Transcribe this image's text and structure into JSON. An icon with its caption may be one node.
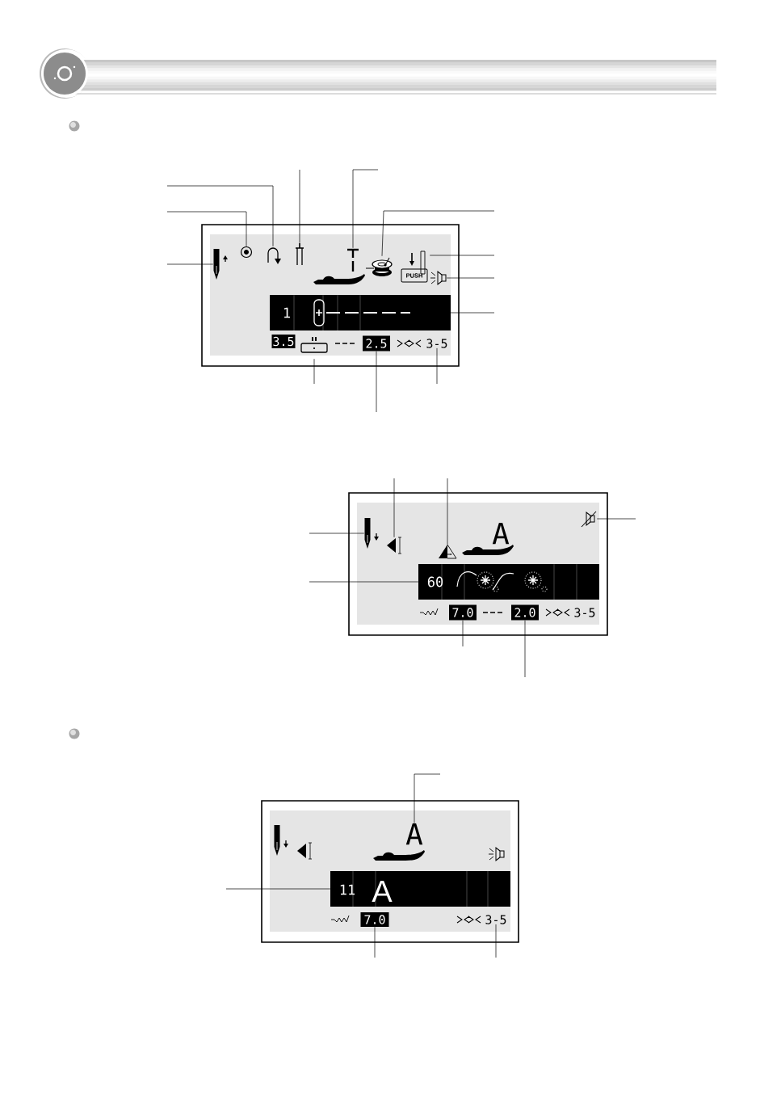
{
  "diagram": {
    "nodes": [
      {
        "text": [],
        "shape": "box"
      },
      {
        "text": [],
        "shape": "picture",
        "in": 0
      },
      {
        "text": [],
        "shape": "picture",
        "in": 0
      },
      {
        "text": [],
        "shape": "picture",
        "in": 0
      },
      {
        "text": [],
        "shape": "picture",
        "in": 0
      },
      {
        "text": [],
        "shape": "picture",
        "in": 0
      },
      {
        "text": [],
        "shape": "picture",
        "in": 0
      },
      {
        "text": [
          "PUSH"
        ],
        "in": 0
      },
      {
        "text": [],
        "shape": "picture",
        "in": 0
      },
      {
        "text": [
          "1"
        ],
        "in": 0
      },
      {
        "text": [],
        "shape": "picture",
        "in": 9
      },
      {
        "text": [
          "3.5"
        ],
        "in": 0
      },
      {
        "text": [],
        "shape": "picture",
        "in": 0
      },
      {
        "text": [
          "2.5"
        ],
        "in": 0
      },
      {
        "text": [
          "3-5"
        ],
        "in": 0
      },
      {
        "text": [],
        "shape": "box"
      },
      {
        "text": [],
        "shape": "picture",
        "in": 15
      },
      {
        "text": [],
        "shape": "picture",
        "in": 15
      },
      {
        "text": [],
        "shape": "picture",
        "in": 15
      },
      {
        "text": [],
        "shape": "picture",
        "in": 15
      },
      {
        "text": [
          "60"
        ],
        "in": 15
      },
      {
        "text": [
          "7.0"
        ],
        "in": 15
      },
      {
        "text": [
          "2.0"
        ],
        "in": 15
      },
      {
        "text": [],
        "shape": "box"
      },
      {
        "text": [
          "A"
        ],
        "in": 23
      },
      {
        "text": [
          "11",
          "A"
        ],
        "in": 23
      },
      {
        "text": [
          "7.0"
        ],
        "in": 23
      },
      {
        "text": [
          "3-5"
        ],
        "in": 23
      }
    ],
    "edges": [
      {
        "from": null,
        "to": 1,
        "arrow": "none"
      },
      {
        "from": null,
        "to": 2,
        "arrow": "none"
      },
      {
        "from": null,
        "to": 3,
        "arrow": "none"
      },
      {
        "from": null,
        "to": 4,
        "arrow": "none"
      },
      {
        "from": null,
        "to": 5,
        "arrow": "none"
      },
      {
        "from": null,
        "to": 6,
        "arrow": "none"
      },
      {
        "from": null,
        "to": 7,
        "arrow": "none"
      },
      {
        "from": null,
        "to": 8,
        "arrow": "none"
      },
      {
        "from": null,
        "to": 10,
        "arrow": "none"
      },
      {
        "from": null,
        "to": 12,
        "arrow": "none"
      },
      {
        "from": null,
        "to": 13,
        "arrow": "none"
      },
      {
        "from": null,
        "to": 14,
        "arrow": "none"
      },
      {
        "from": null,
        "to": 16,
        "arrow": "none"
      },
      {
        "from": null,
        "to": 17,
        "arrow": "none"
      },
      {
        "from": null,
        "to": 18,
        "arrow": "none"
      },
      {
        "from": null,
        "to": 19,
        "arrow": "none"
      },
      {
        "from": null,
        "to": 20,
        "arrow": "none"
      },
      {
        "from": null,
        "to": 21,
        "arrow": "none"
      },
      {
        "from": null,
        "to": 22,
        "arrow": "none"
      },
      {
        "from": null,
        "to": 24,
        "arrow": "none"
      },
      {
        "from": null,
        "to": 25,
        "arrow": "none"
      },
      {
        "from": null,
        "to": 26,
        "arrow": "none"
      },
      {
        "from": null,
        "to": 27,
        "arrow": "none"
      }
    ],
    "labels": [
      "A",
      "3-5"
    ]
  }
}
